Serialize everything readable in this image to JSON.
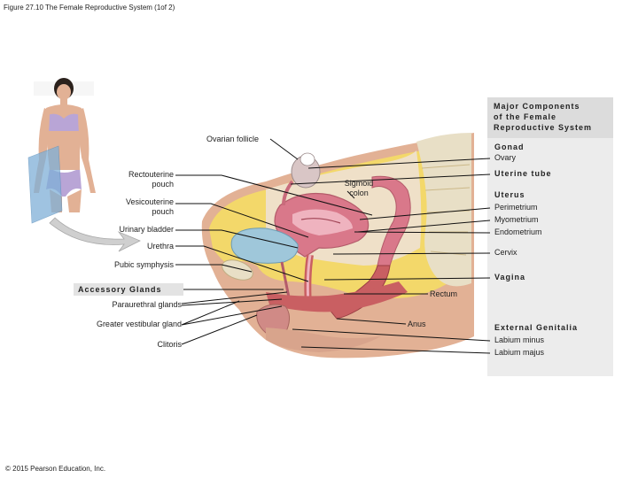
{
  "figure_title": "Figure 27.10 The Female Reproductive System (1of 2)",
  "copyright": "© 2015 Pearson Education, Inc.",
  "panel_title_lines": [
    "Major Components",
    "of the Female",
    "Reproductive System"
  ],
  "left_labels": {
    "ovarian_follicle": "Ovarian follicle",
    "rectouterine_1": "Rectouterine",
    "rectouterine_2": "pouch",
    "vesicouterine_1": "Vesicouterine",
    "vesicouterine_2": "pouch",
    "urinary_bladder": "Urinary bladder",
    "urethra": "Urethra",
    "pubic_symphysis": "Pubic symphysis",
    "accessory_glands": "Accessory Glands",
    "paraurethral_glands": "Paraurethral glands",
    "greater_vestibular_gland": "Greater vestibular gland",
    "clitoris": "Clitoris"
  },
  "center_labels": {
    "sigmoid_1": "Sigmoid",
    "sigmoid_2": "colon",
    "rectum": "Rectum",
    "anus": "Anus"
  },
  "right_labels": {
    "gonad": "Gonad",
    "ovary": "Ovary",
    "uterine_tube": "Uterine tube",
    "uterus": "Uterus",
    "perimetrium": "Perimetrium",
    "myometrium": "Myometrium",
    "endometrium": "Endometrium",
    "cervix": "Cervix",
    "vagina": "Vagina",
    "external_genitalia": "External Genitalia",
    "labium_minus": "Labium minus",
    "labium_majus": "Labium majus"
  },
  "colors": {
    "panel_bg": "#ececec",
    "skin": "#e2b195",
    "fat": "#f3d86a",
    "muscle": "#c95f62",
    "uterus": "#d9788a",
    "bladder": "#9fc7da",
    "bone": "#e8dfc6",
    "swimsuit": "#b9a5d6",
    "leader_line": "#111111"
  }
}
